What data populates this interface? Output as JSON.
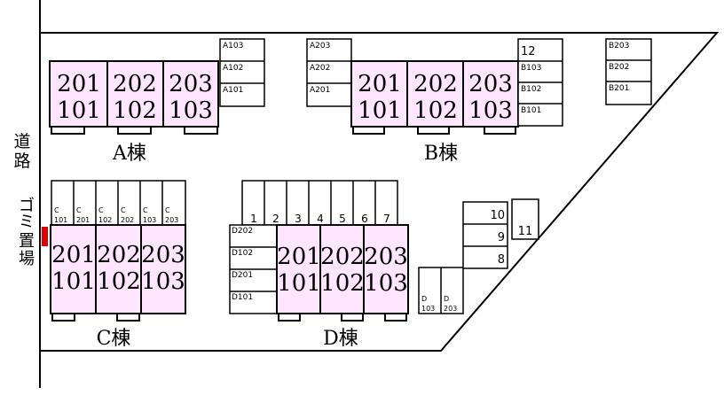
{
  "road_label": "道路",
  "trash_label": "ゴミ置場",
  "colors": {
    "unit_fill": "#ffe6ff",
    "line": "#000000",
    "trash": "#e00000"
  },
  "buildings": {
    "A": {
      "name": "A棟",
      "upper": [
        "201",
        "202",
        "203"
      ],
      "lower": [
        "101",
        "102",
        "103"
      ],
      "parking": [
        "A103",
        "A102",
        "A101"
      ]
    },
    "B": {
      "name": "B棟",
      "upper": [
        "201",
        "202",
        "203"
      ],
      "lower": [
        "101",
        "102",
        "103"
      ],
      "parking": [
        "A203",
        "A202",
        "A201"
      ],
      "parking_right": [
        "12",
        "B103",
        "B102",
        "B101"
      ],
      "parking_far": [
        "B203",
        "B202",
        "B201"
      ]
    },
    "C": {
      "name": "C棟",
      "upper": [
        "201",
        "202",
        "203"
      ],
      "lower": [
        "101",
        "102",
        "103"
      ],
      "parking": [
        [
          "C",
          "101"
        ],
        [
          "C",
          "201"
        ],
        [
          "C",
          "102"
        ],
        [
          "C",
          "202"
        ],
        [
          "C",
          "103"
        ],
        [
          "C",
          "203"
        ]
      ]
    },
    "D": {
      "name": "D棟",
      "upper": [
        "201",
        "202",
        "203"
      ],
      "lower": [
        "101",
        "102",
        "103"
      ],
      "parking_left": [
        "D202",
        "D102",
        "D201",
        "D101"
      ],
      "parking_top": [
        "1",
        "2",
        "3",
        "4",
        "5",
        "6",
        "7"
      ],
      "parking_bottom": [
        [
          "D",
          "103"
        ],
        [
          "D",
          "203"
        ]
      ]
    }
  },
  "parking_right_numbers": [
    "10",
    "9",
    "8"
  ],
  "parking_11": "11"
}
